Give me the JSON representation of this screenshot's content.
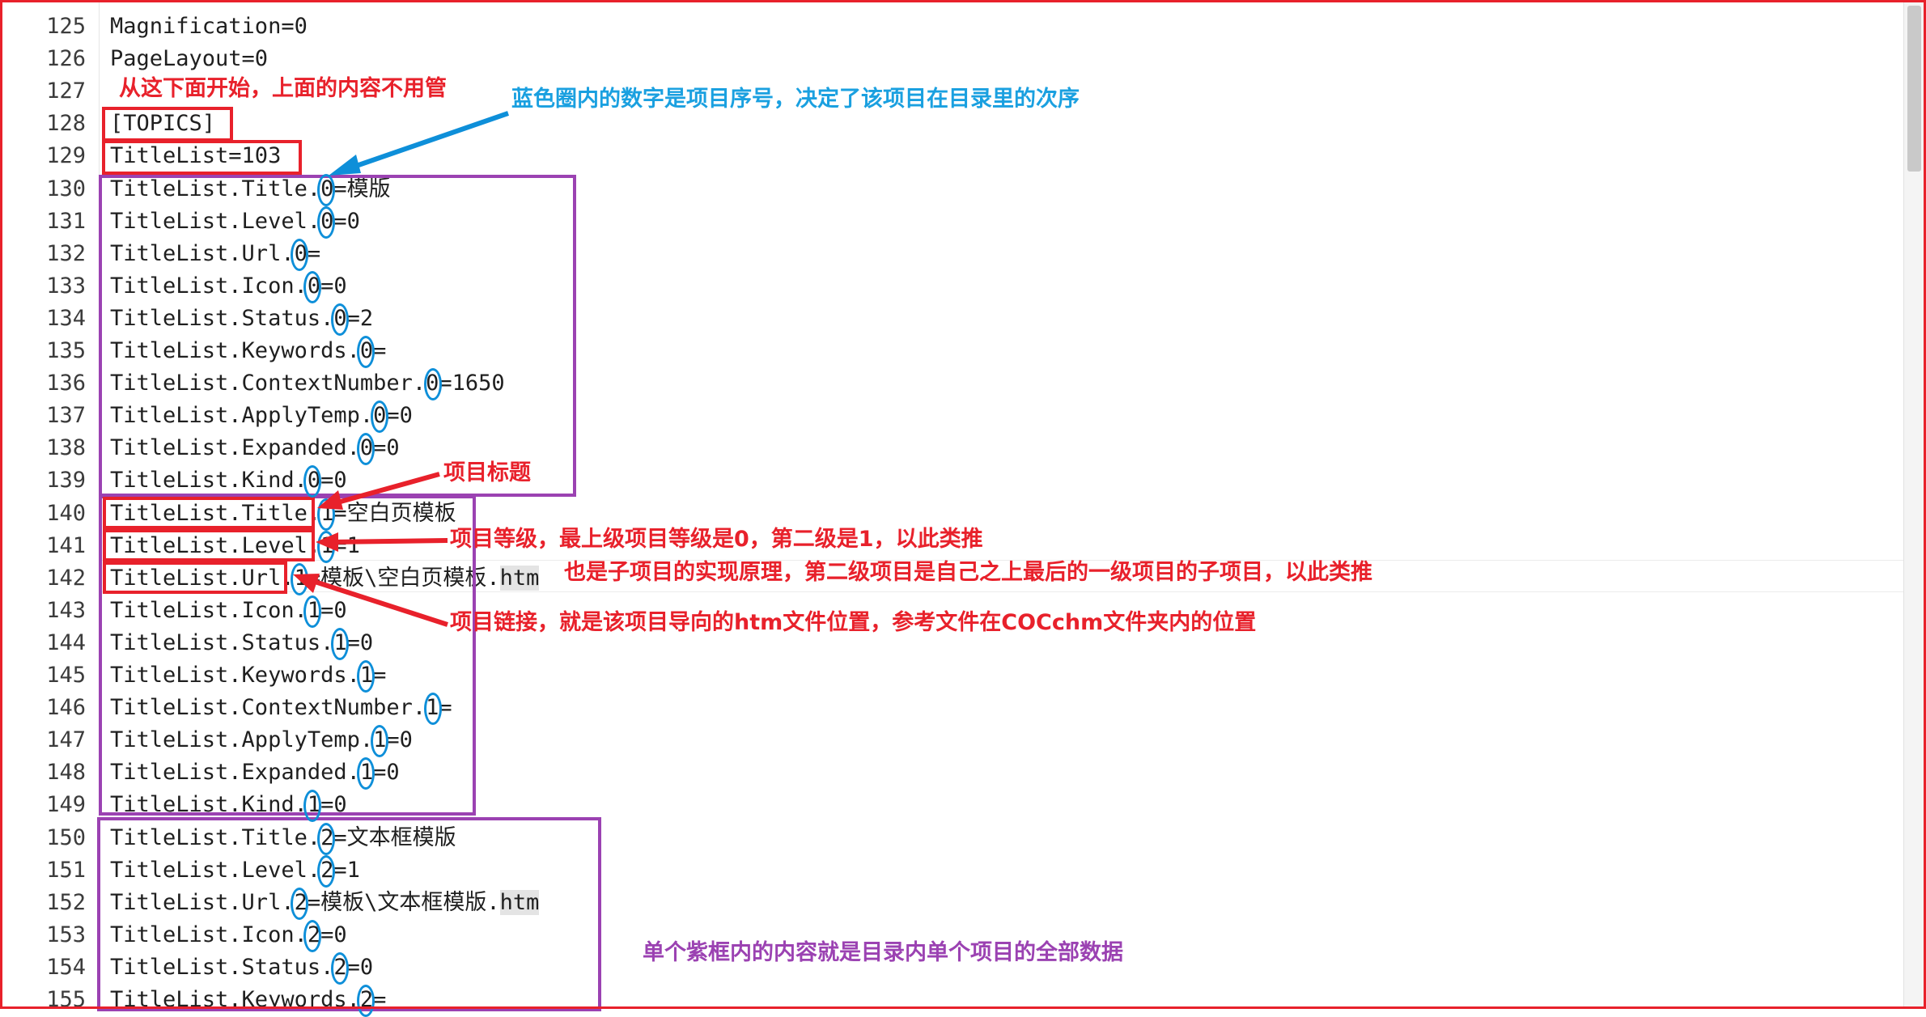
{
  "editor": {
    "lines": [
      {
        "num": "125",
        "text": "Magnification=0"
      },
      {
        "num": "126",
        "text": "PageLayout=0"
      },
      {
        "num": "127",
        "text": ""
      },
      {
        "num": "128",
        "text": "[TOPICS]"
      },
      {
        "num": "129",
        "text": "TitleList=103"
      },
      {
        "num": "130",
        "text": "TitleList.Title.0=模版"
      },
      {
        "num": "131",
        "text": "TitleList.Level.0=0"
      },
      {
        "num": "132",
        "text": "TitleList.Url.0="
      },
      {
        "num": "133",
        "text": "TitleList.Icon.0=0"
      },
      {
        "num": "134",
        "text": "TitleList.Status.0=2"
      },
      {
        "num": "135",
        "text": "TitleList.Keywords.0="
      },
      {
        "num": "136",
        "text": "TitleList.ContextNumber.0=1650"
      },
      {
        "num": "137",
        "text": "TitleList.ApplyTemp.0=0"
      },
      {
        "num": "138",
        "text": "TitleList.Expanded.0=0"
      },
      {
        "num": "139",
        "text": "TitleList.Kind.0=0"
      },
      {
        "num": "140",
        "text": "TitleList.Title.1=空白页模板"
      },
      {
        "num": "141",
        "text": "TitleList.Level.1=1"
      },
      {
        "num": "142",
        "text": "TitleList.Url.1=模板\\空白页模板.",
        "htm": "htm"
      },
      {
        "num": "143",
        "text": "TitleList.Icon.1=0"
      },
      {
        "num": "144",
        "text": "TitleList.Status.1=0"
      },
      {
        "num": "145",
        "text": "TitleList.Keywords.1="
      },
      {
        "num": "146",
        "text": "TitleList.ContextNumber.1="
      },
      {
        "num": "147",
        "text": "TitleList.ApplyTemp.1=0"
      },
      {
        "num": "148",
        "text": "TitleList.Expanded.1=0"
      },
      {
        "num": "149",
        "text": "TitleList.Kind.1=0"
      },
      {
        "num": "150",
        "text": "TitleList.Title.2=文本框模版"
      },
      {
        "num": "151",
        "text": "TitleList.Level.2=1"
      },
      {
        "num": "152",
        "text": "TitleList.Url.2=模板\\文本框模版.",
        "htm": "htm"
      },
      {
        "num": "153",
        "text": "TitleList.Icon.2=0"
      },
      {
        "num": "154",
        "text": "TitleList.Status.2=0"
      },
      {
        "num": "155",
        "text": "TitleList.Keywords.2="
      }
    ]
  },
  "annotations": {
    "start_here": "从这下面开始，上面的内容不用管",
    "blue_circle": "蓝色圈内的数字是项目序号，决定了该项目在目录里的次序",
    "item_title": "项目标题",
    "item_level": "项目等级，最上级项目等级是0，第二级是1，以此类推",
    "child_principle": "也是子项目的实现原理，第二级项目是自己之上最后的一级项目的子项目，以此类推",
    "item_link": "项目链接，就是该项目导向的htm文件位置，参考文件在COCchm文件夹内的位置",
    "purple_box": "单个紫框内的内容就是目录内单个项目的全部数据"
  },
  "colors": {
    "annotation_red": "#e8212b",
    "annotation_blue": "#1aa0e0",
    "annotation_purple": "#9b42b2",
    "ring_blue": "#0e8fd9",
    "htm_highlight": "#e4e4e4"
  }
}
